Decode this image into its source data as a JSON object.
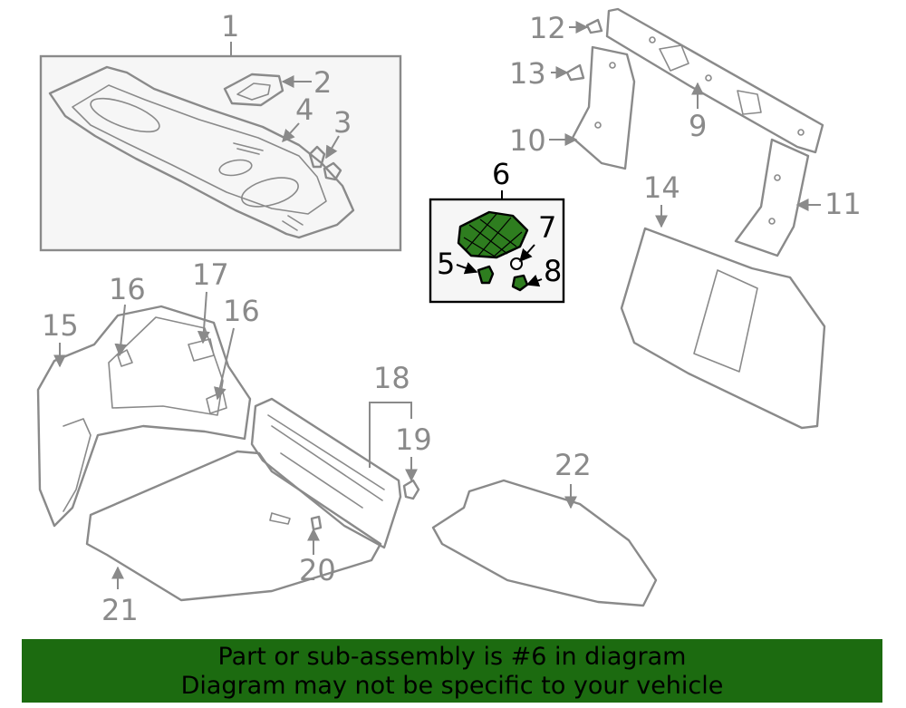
{
  "callouts": {
    "c1": "1",
    "c2": "2",
    "c3": "3",
    "c4": "4",
    "c5": "5",
    "c6": "6",
    "c7": "7",
    "c8": "8",
    "c9": "9",
    "c10": "10",
    "c11": "11",
    "c12": "12",
    "c13": "13",
    "c14": "14",
    "c15": "15",
    "c16a": "16",
    "c16b": "16",
    "c17": "17",
    "c18": "18",
    "c19": "19",
    "c20": "20",
    "c21": "21",
    "c22": "22"
  },
  "highlight_part": "6",
  "colors": {
    "highlight": "#2e7d1f",
    "banner": "#1c6b10",
    "line": "#8a8a8a"
  },
  "banner": {
    "line1": "Part or sub-assembly is #6 in diagram",
    "line2": "Diagram may not be specific to your vehicle"
  }
}
